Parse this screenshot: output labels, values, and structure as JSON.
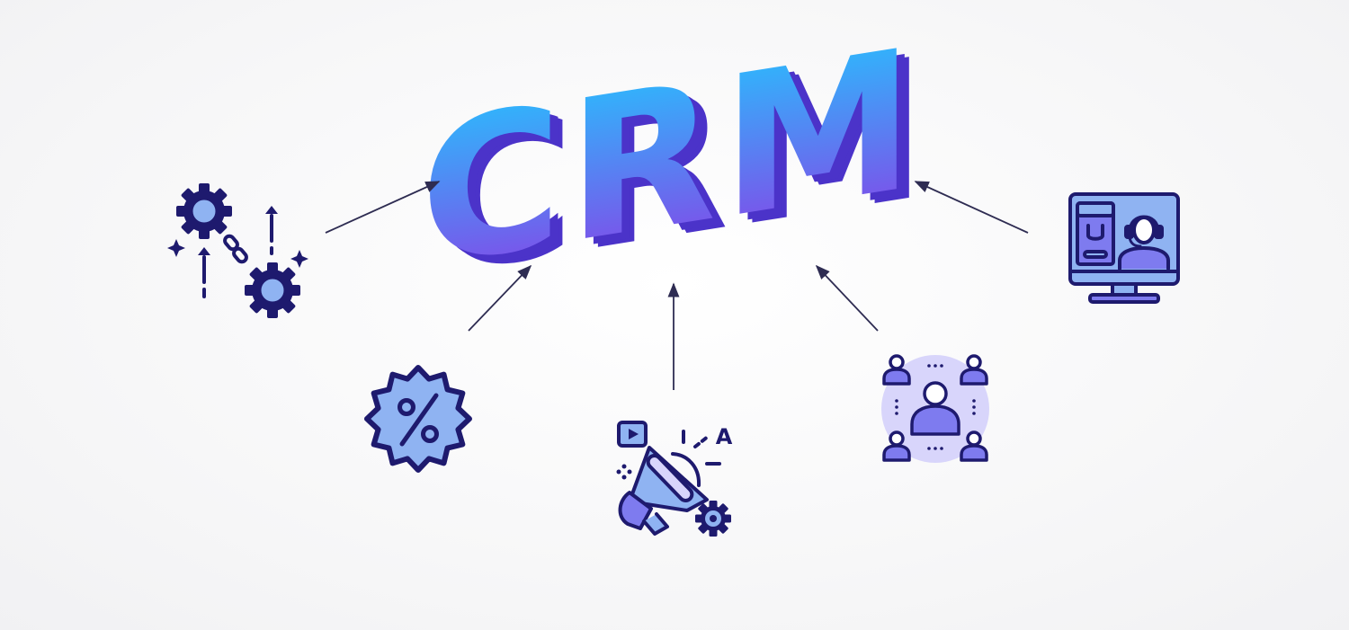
{
  "center": {
    "title": "CRM",
    "gradient_top": "#23C6FF",
    "gradient_bottom": "#8A3FE6",
    "side_color": "#4B33C9"
  },
  "colors": {
    "arrow": "#2E2C52",
    "outline": "#1E1A6E",
    "fill_light": "#8FB3F2",
    "fill_violet": "#7E7BEF",
    "halo": "#D8D5FB",
    "background": "#F7F7F8"
  },
  "nodes": [
    {
      "id": "integration",
      "icon": "gears-chain-icon"
    },
    {
      "id": "discount",
      "icon": "percent-badge-icon"
    },
    {
      "id": "marketing",
      "icon": "megaphone-icon",
      "letter": "A"
    },
    {
      "id": "team",
      "icon": "people-network-icon"
    },
    {
      "id": "support",
      "icon": "monitor-support-icon"
    }
  ]
}
